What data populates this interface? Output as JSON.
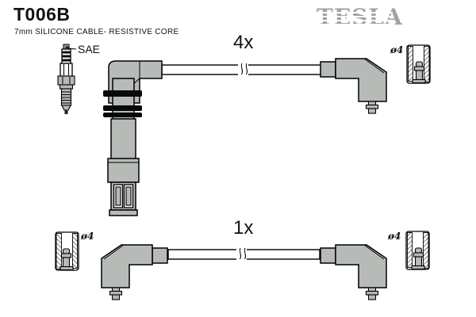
{
  "header": {
    "part_number": "T006B",
    "subtitle": "7mm SILICONE CABLE- RESISTIVE CORE",
    "brand_logo": "TESLA"
  },
  "labels": {
    "plug_terminal": "SAE",
    "qty_top": "4x",
    "qty_bottom": "1x",
    "dia_top_right": "ø4",
    "dia_bottom_left": "ø4",
    "dia_bottom_right": "ø4"
  },
  "components": {
    "spark_plug": "spark-plug-icon",
    "straight_boot": "straight-coil-boot-connector",
    "angled_boot": "angled-plug-boot-connector",
    "socket": "terminal-socket-cutaway",
    "cable": "ignition-cable"
  },
  "colors": {
    "part_gray": "#b7bbb7",
    "logo_gray": "#a0a4a0",
    "outline": "#000000",
    "background": "#ffffff"
  }
}
